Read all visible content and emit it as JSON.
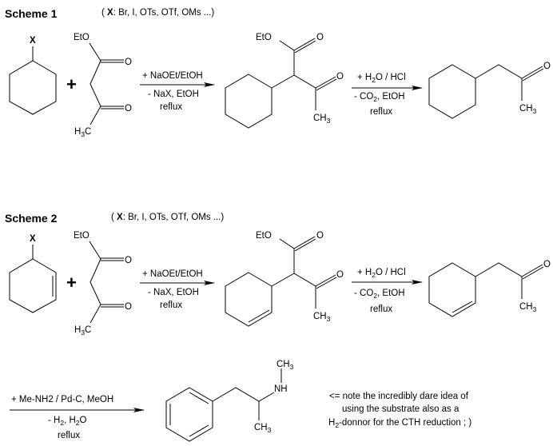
{
  "scheme1": {
    "title": "Scheme 1",
    "x_note_prefix": "( ",
    "x_label": "X",
    "x_note_rest": ": Br, I, OTs, OTf, OMs ...)",
    "substituent": "X",
    "plus": "+",
    "eto": "EtO",
    "o": "O",
    "h3c_h": "H",
    "h3c_3": "3",
    "h3c_c": "C",
    "ch3_ch": "CH",
    "ch3_3": "3",
    "step1": {
      "reagent": "+ NaOEt/EtOH",
      "byproduct": "- NaX, EtOH",
      "condition": "reflux"
    },
    "step2": {
      "reagent_a": "+ H",
      "reagent_2": "2",
      "reagent_b": "O / HCl",
      "byproduct_a": "- CO",
      "byproduct_2": "2",
      "byproduct_b": ", EtOH",
      "condition": "reflux"
    }
  },
  "scheme2": {
    "title": "Scheme 2",
    "x_note_prefix": "( ",
    "x_label": "X",
    "x_note_rest": ": Br, I, OTs, OTf, OMs ...)",
    "substituent": "X",
    "plus": "+",
    "eto": "EtO",
    "o": "O",
    "h3c_h": "H",
    "h3c_3": "3",
    "h3c_c": "C",
    "ch3_ch": "CH",
    "ch3_3": "3",
    "step1": {
      "reagent": "+ NaOEt/EtOH",
      "byproduct": "- NaX, EtOH",
      "condition": "reflux"
    },
    "step2": {
      "reagent_a": "+ H",
      "reagent_2": "2",
      "reagent_b": "O / HCl",
      "byproduct_a": "- CO",
      "byproduct_2": "2",
      "byproduct_b": ", EtOH",
      "condition": "reflux"
    }
  },
  "step3": {
    "reagent": "+ Me-NH2 / Pd-C, MeOH",
    "byproduct_a": "- H",
    "byproduct_2a": "2",
    "byproduct_b": ", H",
    "byproduct_2b": "2",
    "byproduct_c": "O",
    "condition": "reflux"
  },
  "product": {
    "nh": "NH",
    "ch3_ch": "CH",
    "ch3_3": "3"
  },
  "note": {
    "line1": "<= note the incredibly dare idea of",
    "line2": "using the substrate also as a",
    "line3_a": "H",
    "line3_2": "2",
    "line3_b": "-donnor for the CTH reduction ; )"
  }
}
